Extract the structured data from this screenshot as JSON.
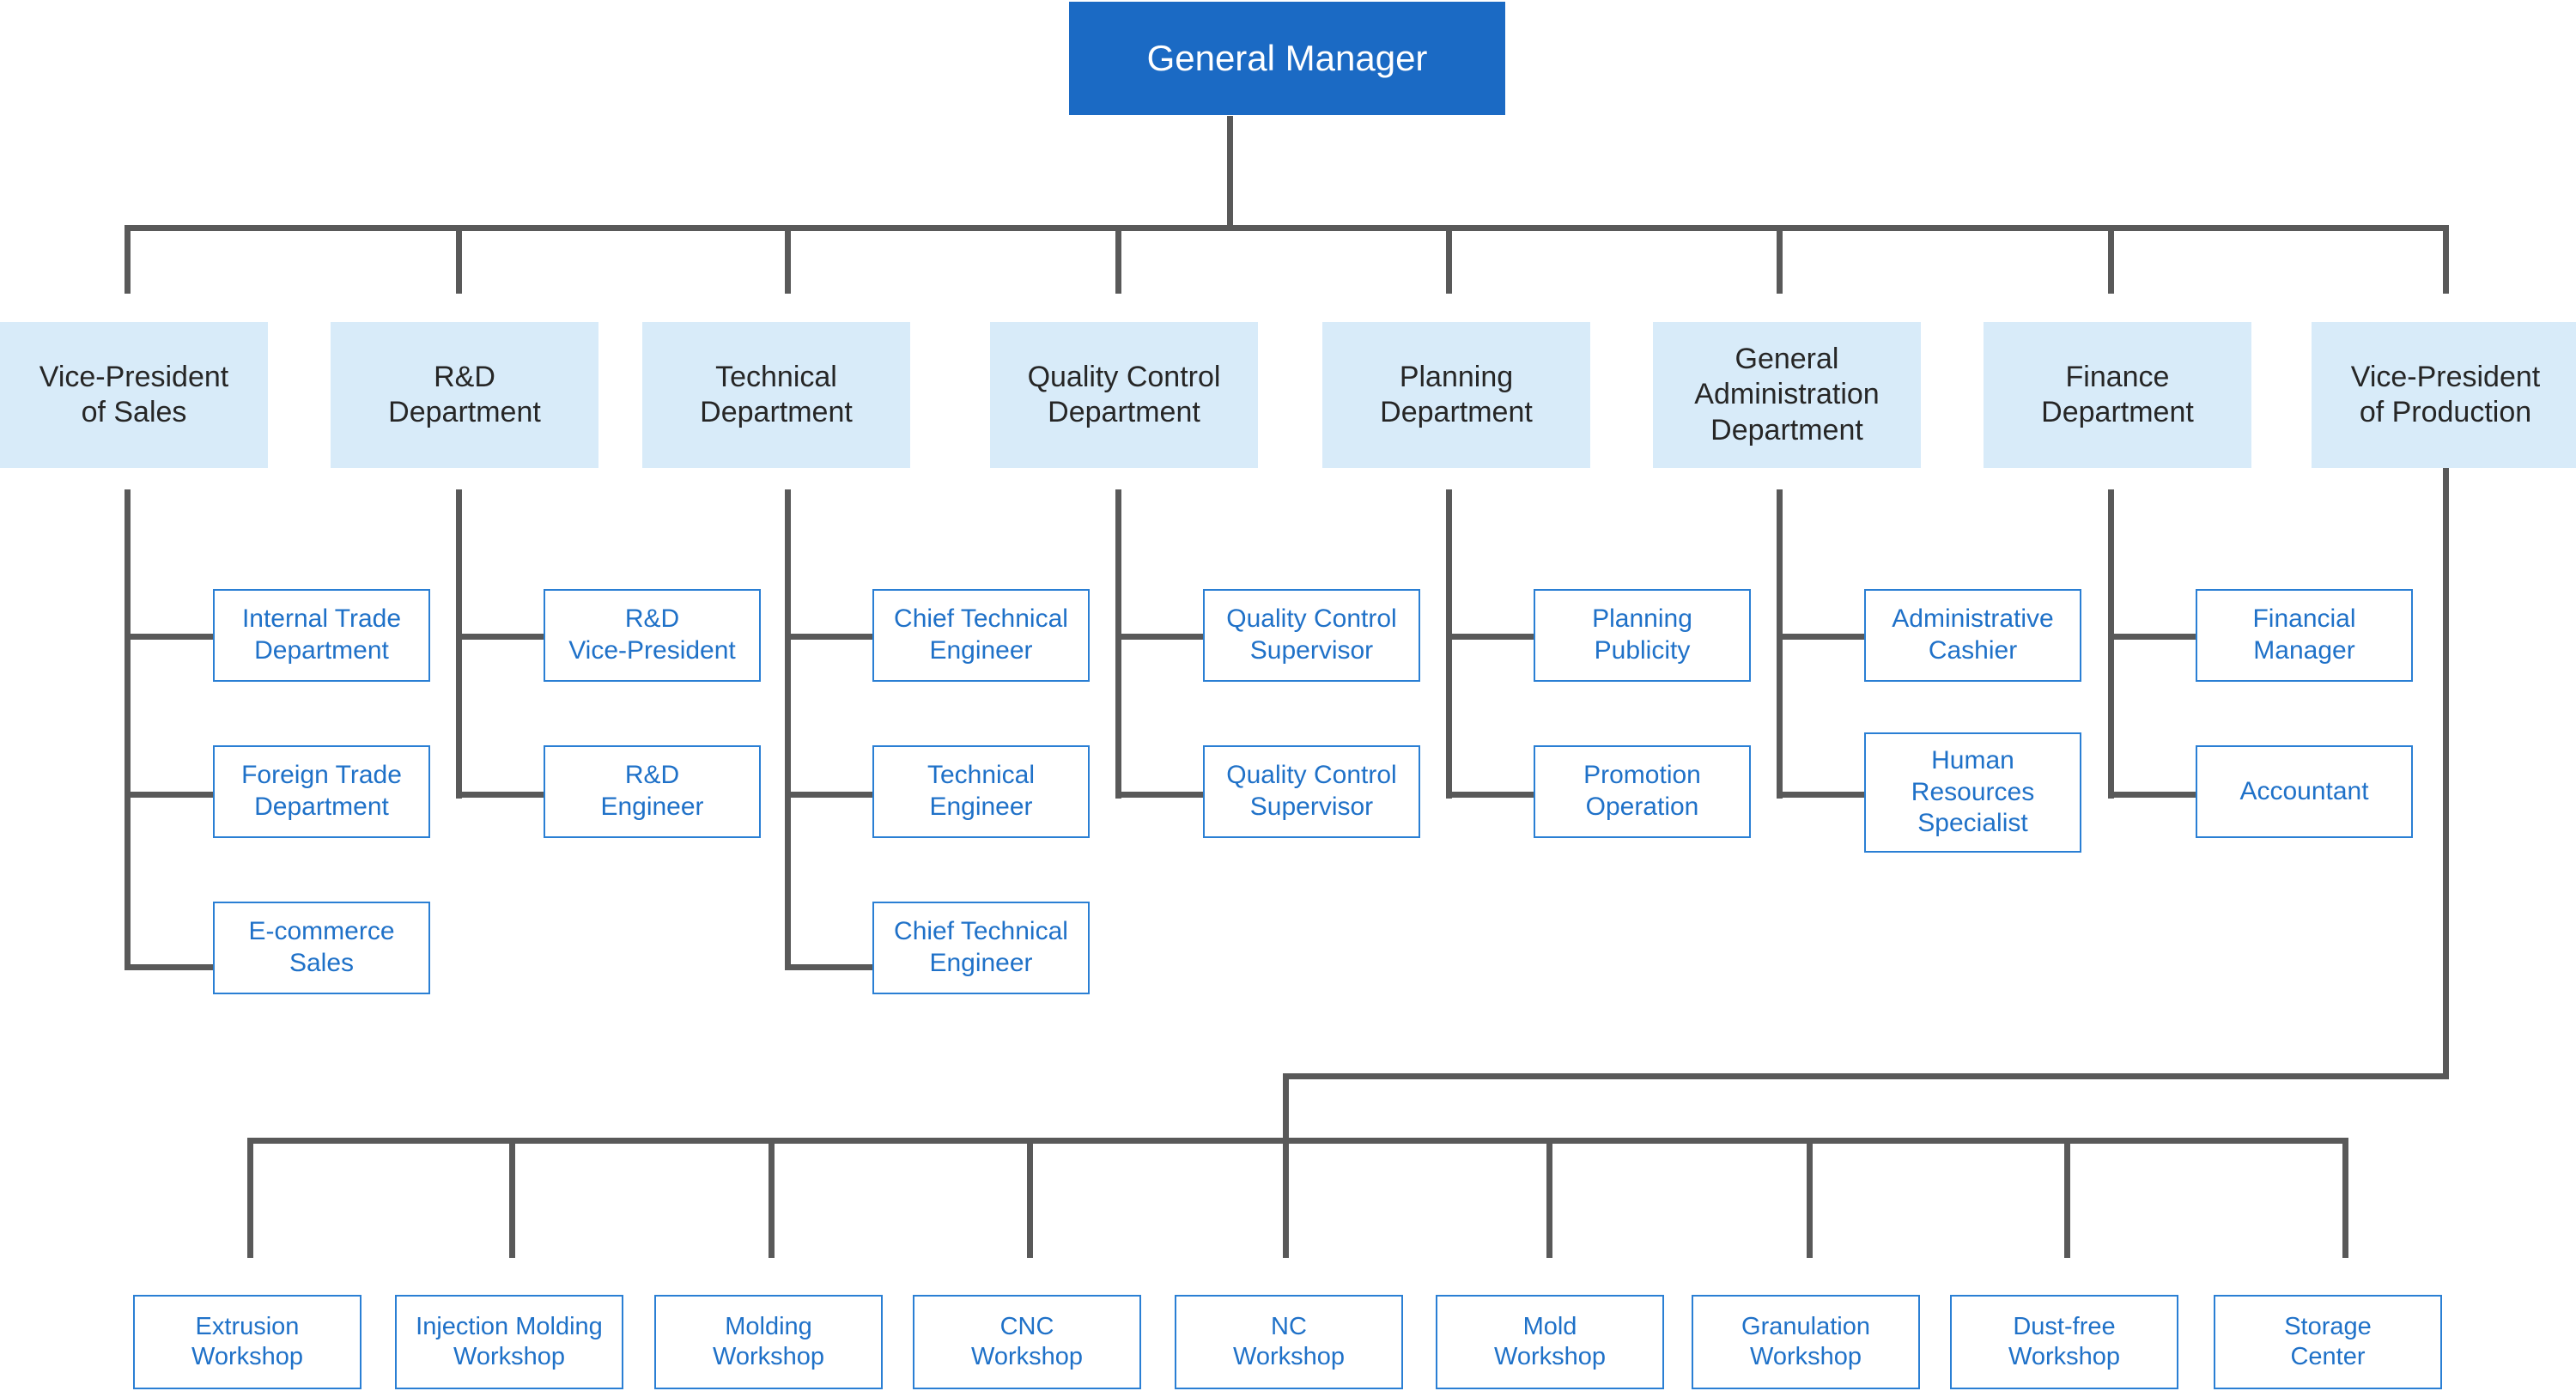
{
  "chart_data": {
    "type": "diagram",
    "title": "Organizational Chart",
    "root": "General Manager",
    "levels": [
      "executive",
      "department",
      "role",
      "workshop"
    ],
    "colors": {
      "root_fill": "#1b6ac4",
      "root_text": "#ffffff",
      "department_fill": "#d8ebf9",
      "department_text": "#262626",
      "role_border": "#2a7fd4",
      "role_text": "#1f71c8",
      "connector": "#595959",
      "background": "#ffffff"
    }
  },
  "root": {
    "label": "General Manager"
  },
  "departments": [
    {
      "id": "vp-sales",
      "label": "Vice-President\nof Sales"
    },
    {
      "id": "rnd",
      "label": "R&D\nDepartment"
    },
    {
      "id": "technical",
      "label": "Technical\nDepartment"
    },
    {
      "id": "quality",
      "label": "Quality Control\nDepartment"
    },
    {
      "id": "planning",
      "label": "Planning\nDepartment"
    },
    {
      "id": "general-admin",
      "label": "General\nAdministration\nDepartment"
    },
    {
      "id": "finance",
      "label": "Finance\nDepartment"
    },
    {
      "id": "vp-production",
      "label": "Vice-President\nof Production"
    }
  ],
  "roles": {
    "vp_sales": [
      {
        "label": "Internal Trade\nDepartment"
      },
      {
        "label": "Foreign Trade\nDepartment"
      },
      {
        "label": "E-commerce\nSales"
      }
    ],
    "rnd": [
      {
        "label": "R&D\nVice-President"
      },
      {
        "label": "R&D\nEngineer"
      }
    ],
    "technical": [
      {
        "label": "Chief Technical\nEngineer"
      },
      {
        "label": "Technical\nEngineer"
      },
      {
        "label": "Chief Technical\nEngineer"
      }
    ],
    "quality": [
      {
        "label": "Quality Control\nSupervisor"
      },
      {
        "label": "Quality Control\nSupervisor"
      }
    ],
    "planning": [
      {
        "label": "Planning\nPublicity"
      },
      {
        "label": "Promotion\nOperation"
      }
    ],
    "general_admin": [
      {
        "label": "Administrative\nCashier"
      },
      {
        "label": "Human\nResources\nSpecialist"
      }
    ],
    "finance": [
      {
        "label": "Financial\nManager"
      },
      {
        "label": "Accountant"
      }
    ]
  },
  "workshops": [
    {
      "label": "Extrusion\nWorkshop"
    },
    {
      "label": "Injection Molding\nWorkshop"
    },
    {
      "label": "Molding\nWorkshop"
    },
    {
      "label": "CNC\nWorkshop"
    },
    {
      "label": "NC\nWorkshop"
    },
    {
      "label": "Mold\nWorkshop"
    },
    {
      "label": "Granulation\nWorkshop"
    },
    {
      "label": "Dust-free\nWorkshop"
    },
    {
      "label": "Storage\nCenter"
    }
  ]
}
